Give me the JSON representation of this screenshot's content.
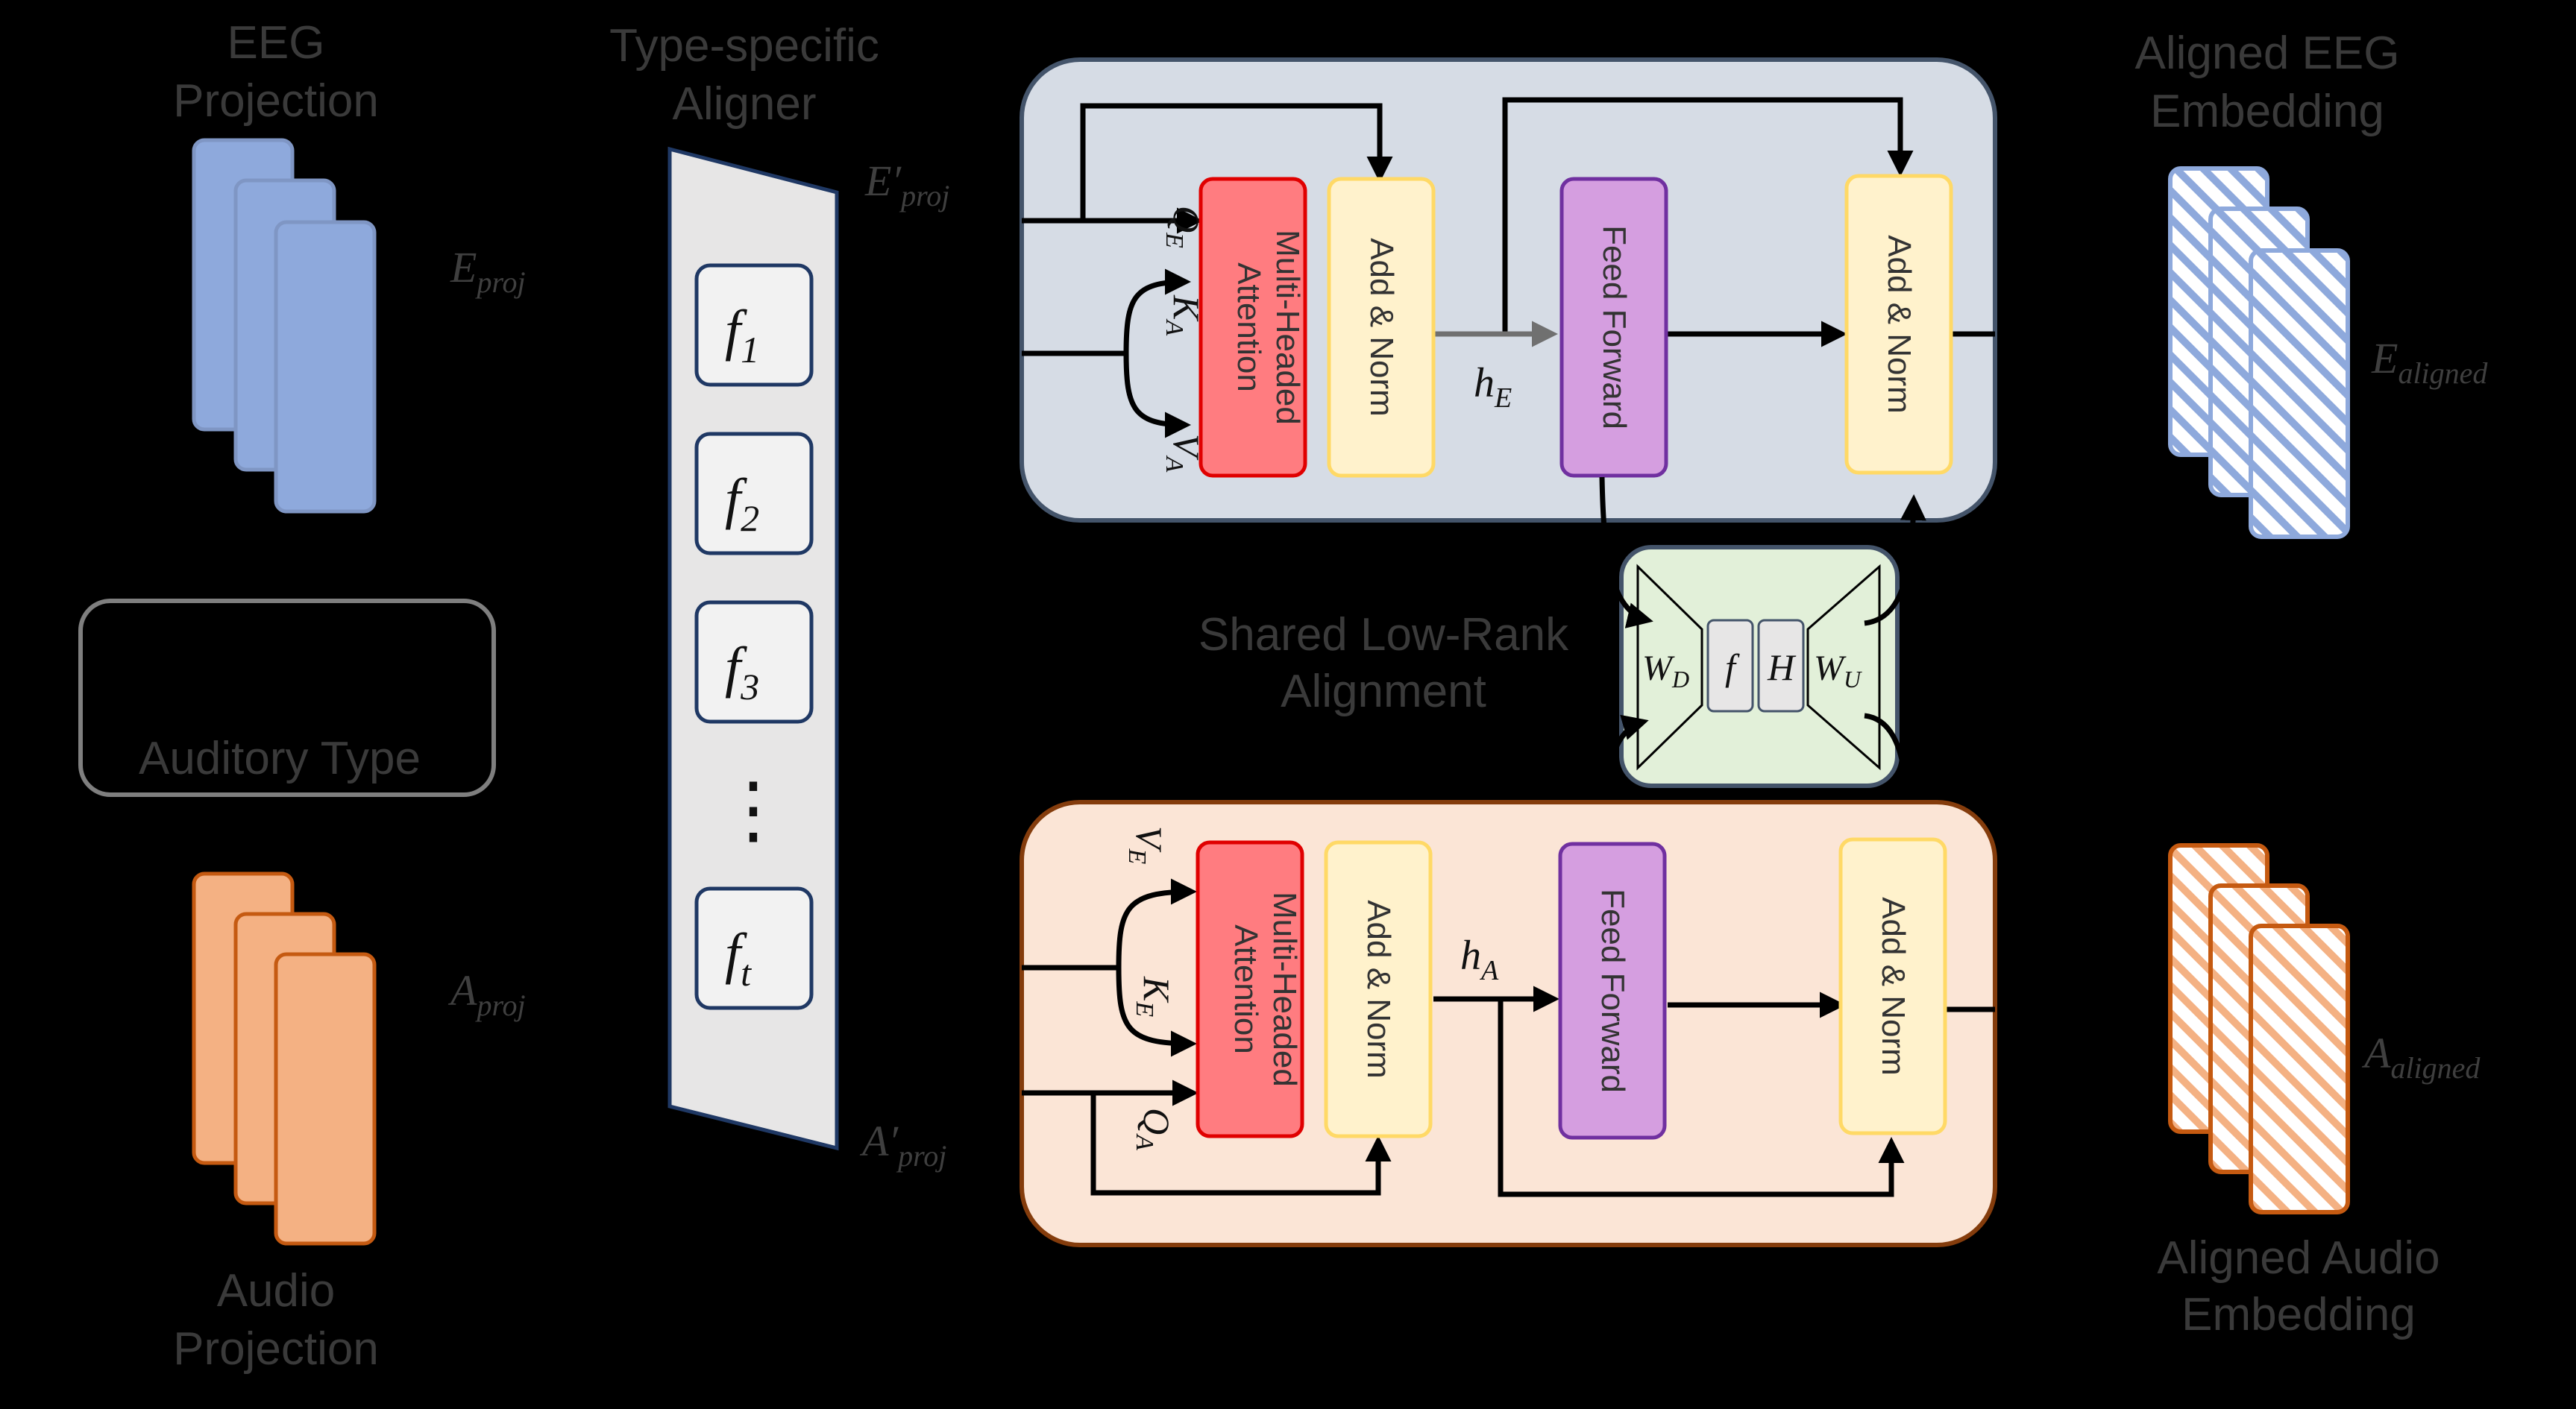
{
  "labels": {
    "eeg_projection": [
      "EEG",
      "Projection"
    ],
    "type_specific_aligner": [
      "Type-specific",
      "Aligner"
    ],
    "aligned_eeg_embedding": [
      "Aligned EEG",
      "Embedding"
    ],
    "auditory_type": "Auditory Type",
    "audio_projection": [
      "Audio",
      "Projection"
    ],
    "shared_low_rank_alignment": [
      "Shared Low-Rank",
      "Alignment"
    ],
    "aligned_audio_embedding": [
      "Aligned Audio",
      "Embedding"
    ]
  },
  "symbols": {
    "e_proj": {
      "base": "E",
      "sub": "proj"
    },
    "a_proj": {
      "base": "A",
      "sub": "proj"
    },
    "e_proj_prime": {
      "base": "E′",
      "sub": "proj"
    },
    "a_proj_prime": {
      "base": "A′",
      "sub": "proj"
    },
    "e_aligned": {
      "base": "E",
      "sub": "aligned"
    },
    "a_aligned": {
      "base": "A",
      "sub": "aligned"
    },
    "h_e": {
      "base": "h",
      "sub": "E"
    },
    "h_a": {
      "base": "h",
      "sub": "A"
    },
    "q_e": {
      "base": "Q",
      "sub": "E"
    },
    "k_a": {
      "base": "K",
      "sub": "A"
    },
    "v_a": {
      "base": "V",
      "sub": "A"
    },
    "v_e": {
      "base": "V",
      "sub": "E"
    },
    "k_e": {
      "base": "K",
      "sub": "E"
    },
    "q_a": {
      "base": "Q",
      "sub": "A"
    },
    "w_d": {
      "base": "W",
      "sub": "D"
    },
    "w_u": {
      "base": "W",
      "sub": "U"
    },
    "f_inner": "f",
    "h_inner": "H"
  },
  "aligner_items": [
    {
      "base": "f",
      "sub": "1"
    },
    {
      "base": "f",
      "sub": "2"
    },
    {
      "base": "f",
      "sub": "3"
    },
    {
      "base": "⋮",
      "sub": ""
    },
    {
      "base": "f",
      "sub": "t"
    }
  ],
  "blocks": {
    "mha": [
      "Multi-Headed",
      "Attention"
    ],
    "add_norm": "Add & Norm",
    "feed_forward": "Feed Forward"
  },
  "colors": {
    "eeg_blue": "#8ea9dc",
    "audio_orange": "#f4b183",
    "attention_red": "#ff7c80",
    "addnorm_yellow": "#fff2cc",
    "ff_purple": "#d59ee0",
    "eeg_panel": "#d6dce5",
    "audio_panel": "#fbe5d6",
    "shared_green": "#e2f0d9",
    "aligner_gray": "#e7e6e6"
  }
}
